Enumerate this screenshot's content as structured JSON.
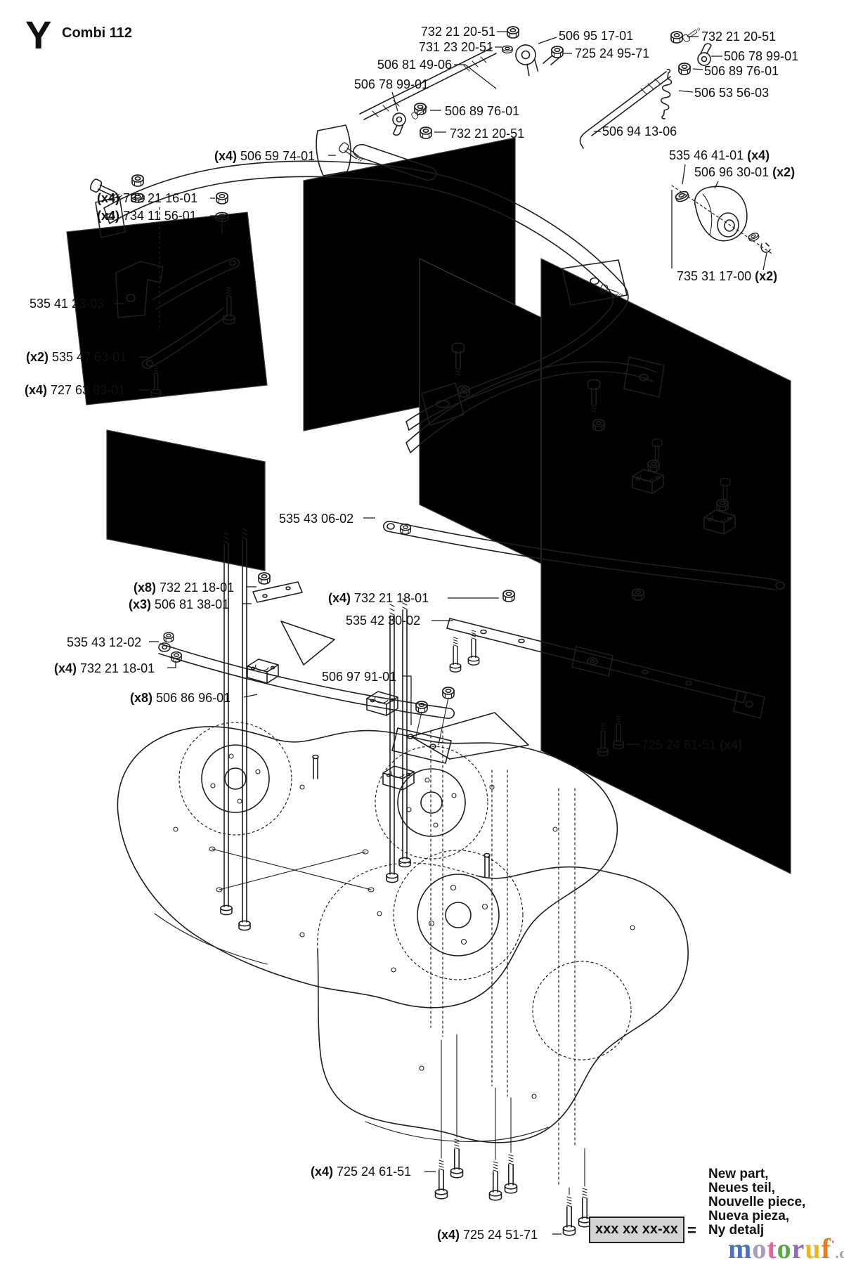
{
  "page": {
    "letter": "Y",
    "model": "Combi 112"
  },
  "labels": [
    {
      "pre": "",
      "num": "732 21 20-51",
      "post": ""
    },
    {
      "pre": "",
      "num": "731 23 20-51",
      "post": ""
    },
    {
      "pre": "",
      "num": "506 81 49-06",
      "post": ""
    },
    {
      "pre": "",
      "num": "506 78 99-01",
      "post": ""
    },
    {
      "pre": "",
      "num": "506 95 17-01",
      "post": ""
    },
    {
      "pre": "",
      "num": "725 24 95-71",
      "post": ""
    },
    {
      "pre": "",
      "num": "732 21 20-51",
      "post": ""
    },
    {
      "pre": "",
      "num": "506 78 99-01",
      "post": ""
    },
    {
      "pre": "",
      "num": "506 89 76-01",
      "post": ""
    },
    {
      "pre": "",
      "num": "506 53 56-03",
      "post": ""
    },
    {
      "pre": "",
      "num": "506 94 13-06",
      "post": ""
    },
    {
      "pre": "",
      "num": "506 89 76-01",
      "post": ""
    },
    {
      "pre": "",
      "num": "732 21 20-51",
      "post": ""
    },
    {
      "pre": "(x4) ",
      "num": "506 59 74-01",
      "post": ""
    },
    {
      "pre": "",
      "num": "535 46 41-01",
      "post": " (x4)"
    },
    {
      "pre": "",
      "num": "506 96 30-01",
      "post": " (x2)"
    },
    {
      "pre": "(x4) ",
      "num": "732 21 16-01",
      "post": ""
    },
    {
      "pre": "(x4) ",
      "num": "734 11 56-01",
      "post": ""
    },
    {
      "pre": "",
      "num": "735 31 17-00",
      "post": " (x2)"
    },
    {
      "pre": "",
      "num": "535 41 23-03",
      "post": ""
    },
    {
      "pre": "(x2) ",
      "num": "535 47 63-01",
      "post": ""
    },
    {
      "pre": "(x4) ",
      "num": "727 63 83-01",
      "post": ""
    },
    {
      "pre": "",
      "num": "535 43 06-02",
      "post": ""
    },
    {
      "pre": "(x8) ",
      "num": "732 21 18-01",
      "post": ""
    },
    {
      "pre": "(x3) ",
      "num": "506 81 38-01",
      "post": ""
    },
    {
      "pre": "",
      "num": "535 43 12-02",
      "post": ""
    },
    {
      "pre": "(x4) ",
      "num": "732 21 18-01",
      "post": ""
    },
    {
      "pre": "(x8) ",
      "num": "506 86 96-01",
      "post": ""
    },
    {
      "pre": "(x4) ",
      "num": "732 21 18-01",
      "post": ""
    },
    {
      "pre": "",
      "num": "535 42 30-02",
      "post": ""
    },
    {
      "pre": "",
      "num": "506 97 91-01",
      "post": ""
    },
    {
      "pre": "",
      "num": "725 24 61-51",
      "post": " (x4)"
    },
    {
      "pre": "(x4) ",
      "num": "725 24 61-51",
      "post": ""
    },
    {
      "pre": "(x4) ",
      "num": "725 24 51-71",
      "post": ""
    }
  ],
  "legend": {
    "code": "xxx xx xx-xx",
    "equals": "=",
    "lines": [
      "New part,",
      "Neues teil,",
      "Nouvelle piece,",
      "Nueva pieza,",
      "Ny detalj"
    ]
  },
  "watermark": {
    "letters": [
      {
        "ch": "m",
        "color": "#4a71c9"
      },
      {
        "ch": "o",
        "color": "#a99bc1"
      },
      {
        "ch": "t",
        "color": "#e5639e"
      },
      {
        "ch": "o",
        "color": "#58a845"
      },
      {
        "ch": "r",
        "color": "#8f6db8"
      },
      {
        "ch": "u",
        "color": "#e6b821"
      },
      {
        "ch": "f",
        "color": "#e77b22"
      }
    ],
    "tick": "'",
    "tick_color": "#cc3333",
    "suffix": ".de",
    "suffix_color": "#999999"
  },
  "colors": {
    "line": "#1e1e1e",
    "label_text": "#101010",
    "legend_box_bg": "#d4d4d4"
  }
}
